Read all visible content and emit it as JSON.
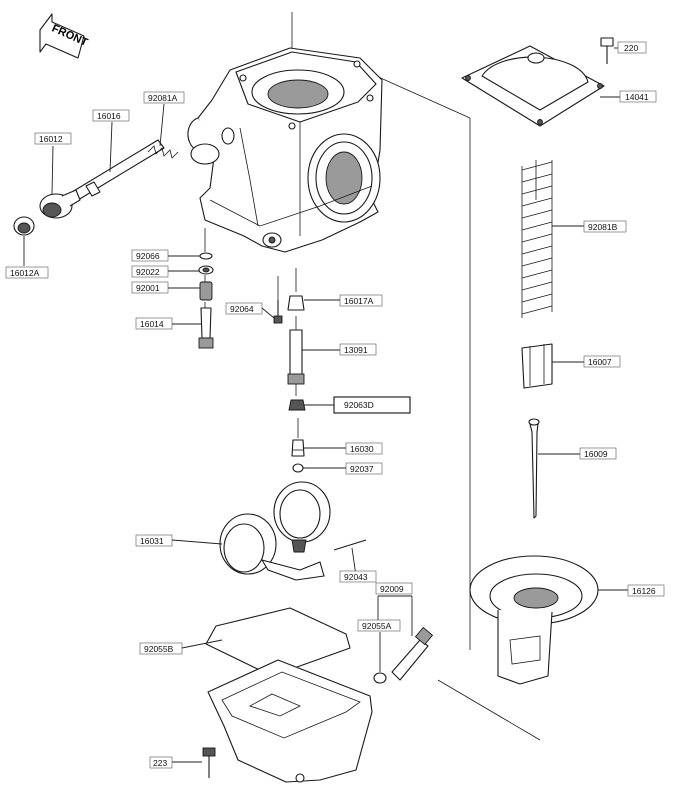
{
  "front_arrow": {
    "text": "FRONT"
  },
  "part_labels": [
    {
      "id": "label-220",
      "text": "220"
    },
    {
      "id": "label-14041",
      "text": "14041"
    },
    {
      "id": "label-92081a",
      "text": "92081A"
    },
    {
      "id": "label-16016",
      "text": "16016"
    },
    {
      "id": "label-16012",
      "text": "16012"
    },
    {
      "id": "label-16012a",
      "text": "16012A"
    },
    {
      "id": "label-92081b",
      "text": "92081B"
    },
    {
      "id": "label-92066",
      "text": "92066"
    },
    {
      "id": "label-92022",
      "text": "92022"
    },
    {
      "id": "label-92001",
      "text": "92001"
    },
    {
      "id": "label-92064",
      "text": "92064"
    },
    {
      "id": "label-16017a",
      "text": "16017A"
    },
    {
      "id": "label-16014",
      "text": "16014"
    },
    {
      "id": "label-13091",
      "text": "13091"
    },
    {
      "id": "label-16007",
      "text": "16007"
    },
    {
      "id": "label-92063d",
      "text": "92063D"
    },
    {
      "id": "label-16009",
      "text": "16009"
    },
    {
      "id": "label-16030",
      "text": "16030"
    },
    {
      "id": "label-92037",
      "text": "92037"
    },
    {
      "id": "label-16031",
      "text": "16031"
    },
    {
      "id": "label-92043",
      "text": "92043"
    },
    {
      "id": "label-92009",
      "text": "92009"
    },
    {
      "id": "label-92055a",
      "text": "92055A"
    },
    {
      "id": "label-16126",
      "text": "16126"
    },
    {
      "id": "label-92055b",
      "text": "92055B"
    },
    {
      "id": "label-223",
      "text": "223"
    }
  ]
}
